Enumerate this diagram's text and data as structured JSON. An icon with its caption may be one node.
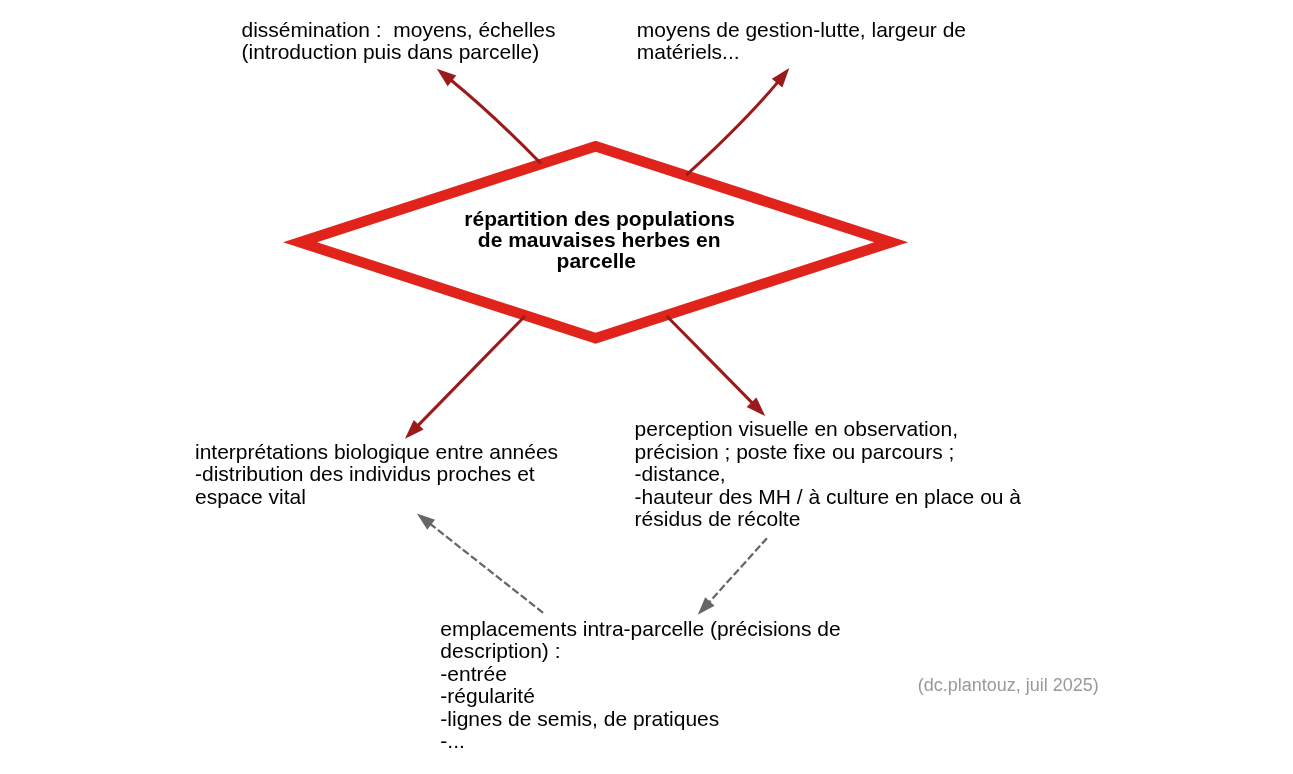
{
  "diagram": {
    "nodes": [
      {
        "text": [
          "répartition des populations de mauvaises herbes en parcelle"
        ]
      },
      {
        "text": [
          "dissémination :  moyens, échelles (introduction puis dans parcelle)"
        ]
      },
      {
        "text": [
          "moyens de gestion-lutte, largeur de matériels..."
        ]
      },
      {
        "text": [
          "interprétations biologique entre années",
          "-distribution des individus proches et espace vital"
        ]
      },
      {
        "text": [
          "perception visuelle en observation, précision ; poste fixe ou parcours ;",
          "-distance,",
          "-hauteur des MH / à culture en place ou à résidus de récolte"
        ]
      },
      {
        "text": [
          "emplacements intra-parcelle (précisions de description) :",
          "-entrée",
          "-régularité",
          "-lignes de semis, de pratiques",
          "-..."
        ]
      }
    ],
    "edges": [
      {
        "from": 0,
        "to": 1,
        "arrow": "to"
      },
      {
        "from": 0,
        "to": 2,
        "arrow": "to"
      },
      {
        "from": 0,
        "to": 3,
        "arrow": "to"
      },
      {
        "from": 0,
        "to": 4,
        "arrow": "to"
      },
      {
        "from": 4,
        "to": 5,
        "arrow": "to",
        "style": "dashed",
        "color": "#666666"
      },
      {
        "from": 5,
        "to": 3,
        "arrow": "to",
        "style": "dashed",
        "color": "#666666"
      }
    ],
    "labels": [
      "(dc.plantouz, juil 2025)"
    ]
  }
}
